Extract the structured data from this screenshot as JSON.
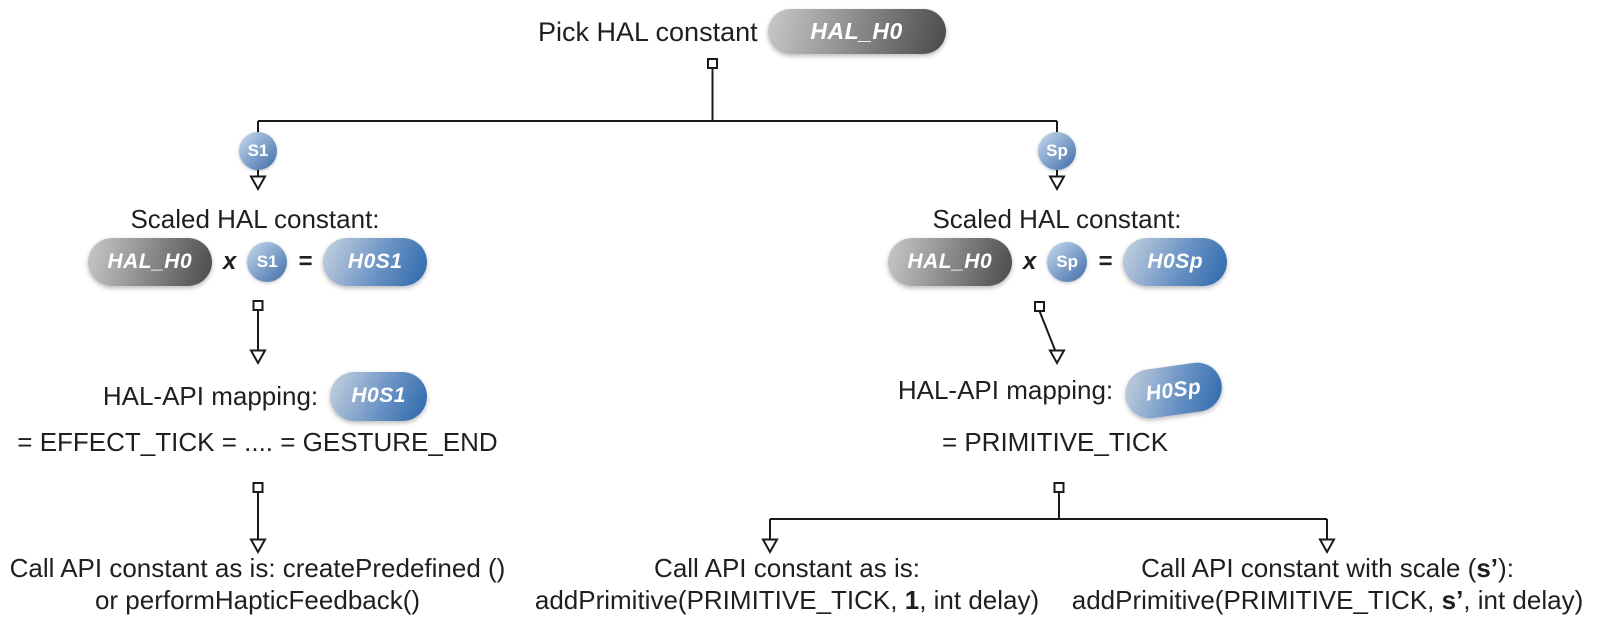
{
  "root": {
    "label": "Pick HAL constant",
    "pill": "HAL_H0"
  },
  "branch_left": {
    "scale_badge": "S1",
    "scaled_title": "Scaled HAL constant:",
    "formula": {
      "hal": "HAL_H0",
      "times": "x",
      "scale": "S1",
      "equals": "=",
      "result": "H0S1"
    },
    "mapping_label": "HAL-API mapping:",
    "mapping_pill": "H0S1",
    "mapping_equation": "= EFFECT_TICK = .... = GESTURE_END",
    "action_line1": "Call API constant as is: createPredefined ()",
    "action_line2": "or performHapticFeedback()"
  },
  "branch_right": {
    "scale_badge": "Sp",
    "scaled_title": "Scaled HAL constant:",
    "formula": {
      "hal": "HAL_H0",
      "times": "x",
      "scale": "Sp",
      "equals": "=",
      "result": "H0Sp"
    },
    "mapping_label": "HAL-API mapping:",
    "mapping_pill": "H0Sp",
    "mapping_equation": "= PRIMITIVE_TICK",
    "action_as_is": {
      "line1": "Call API constant as is:",
      "line2_pre": "addPrimitive(PRIMITIVE_TICK, ",
      "line2_emph": "1",
      "line2_post": ", int delay)"
    },
    "action_scaled": {
      "line1_pre": "Call API constant with scale (",
      "line1_emph": "s’",
      "line1_post": "):",
      "line2_pre": "addPrimitive(PRIMITIVE_TICK, ",
      "line2_emph": "s’",
      "line2_post": ", int delay)"
    }
  },
  "colors": {
    "ink": "#1f1f1f",
    "line": "#1a1a1a",
    "gray-pill-start": "#c9c9c9",
    "gray-pill-end": "#4a4a4a",
    "blue-pill-start": "#c7d3e0",
    "blue-pill-end": "#2b67ac",
    "circle-start": "#bccfe7",
    "circle-end": "#4a77ae"
  }
}
